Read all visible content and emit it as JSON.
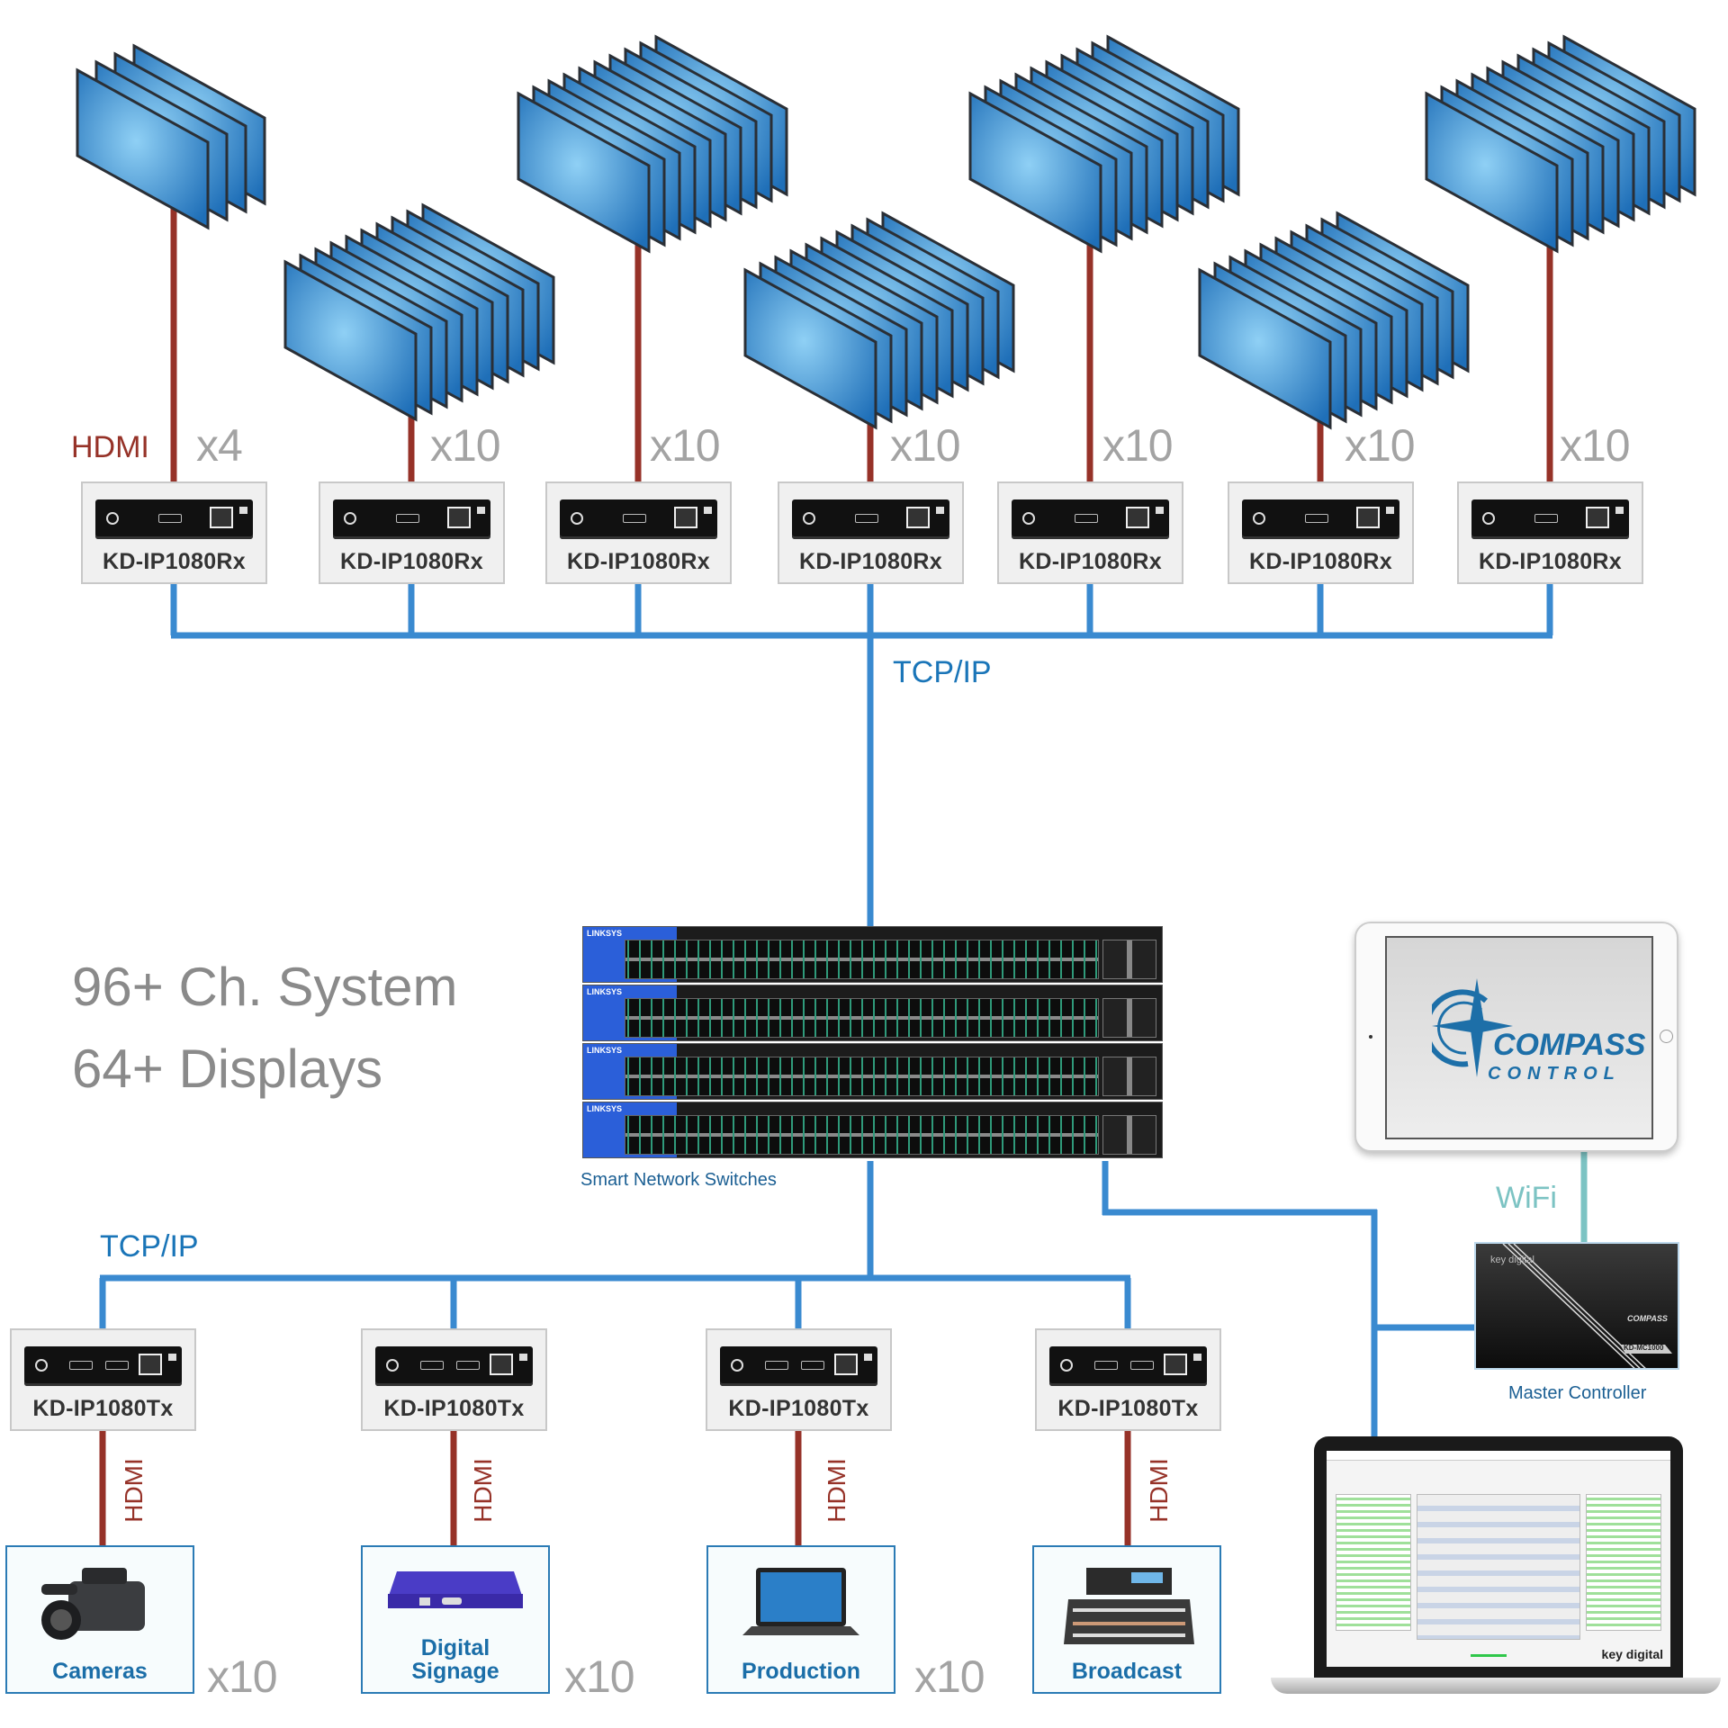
{
  "colors": {
    "ethernet": "#3a8ad0",
    "hdmi": "#963228",
    "wifi": "#7cc3c3",
    "display": "#2f7fc6",
    "label_blue": "#1a75b8"
  },
  "headline": {
    "line1": "96+ Ch. System",
    "line2": "64+ Displays"
  },
  "network_labels": {
    "top": "TCP/IP",
    "bottom": "TCP/IP",
    "wifi": "WiFi"
  },
  "hdmi_label": "HDMI",
  "receivers": [
    {
      "model": "KD-IP1080Rx",
      "count": "x4",
      "displays": 4
    },
    {
      "model": "KD-IP1080Rx",
      "count": "x10",
      "displays": 10
    },
    {
      "model": "KD-IP1080Rx",
      "count": "x10",
      "displays": 10
    },
    {
      "model": "KD-IP1080Rx",
      "count": "x10",
      "displays": 10
    },
    {
      "model": "KD-IP1080Rx",
      "count": "x10",
      "displays": 10
    },
    {
      "model": "KD-IP1080Rx",
      "count": "x10",
      "displays": 10
    },
    {
      "model": "KD-IP1080Rx",
      "count": "x10",
      "displays": 10
    }
  ],
  "switches": {
    "caption": "Smart Network Switches",
    "brand": "LINKSYS",
    "units": 4
  },
  "transmitters": [
    {
      "model": "KD-IP1080Tx",
      "source": "Cameras",
      "source_icon": "camera-icon",
      "count": "x10"
    },
    {
      "model": "KD-IP1080Tx",
      "source": "Digital Signage",
      "source_icon": "media-player-icon",
      "count": "x10"
    },
    {
      "model": "KD-IP1080Tx",
      "source": "Production",
      "source_icon": "laptop-icon",
      "count": "x10"
    },
    {
      "model": "KD-IP1080Tx",
      "source": "Broadcast",
      "source_icon": "mixing-console-icon",
      "count": ""
    }
  ],
  "tablet": {
    "logo_line1": "COMPASS",
    "logo_line2": "CONTROL"
  },
  "master_controller": {
    "caption": "Master Controller",
    "brand": "key digital",
    "model": "KD-MC1000"
  },
  "laptop": {
    "brand": "key digital"
  }
}
